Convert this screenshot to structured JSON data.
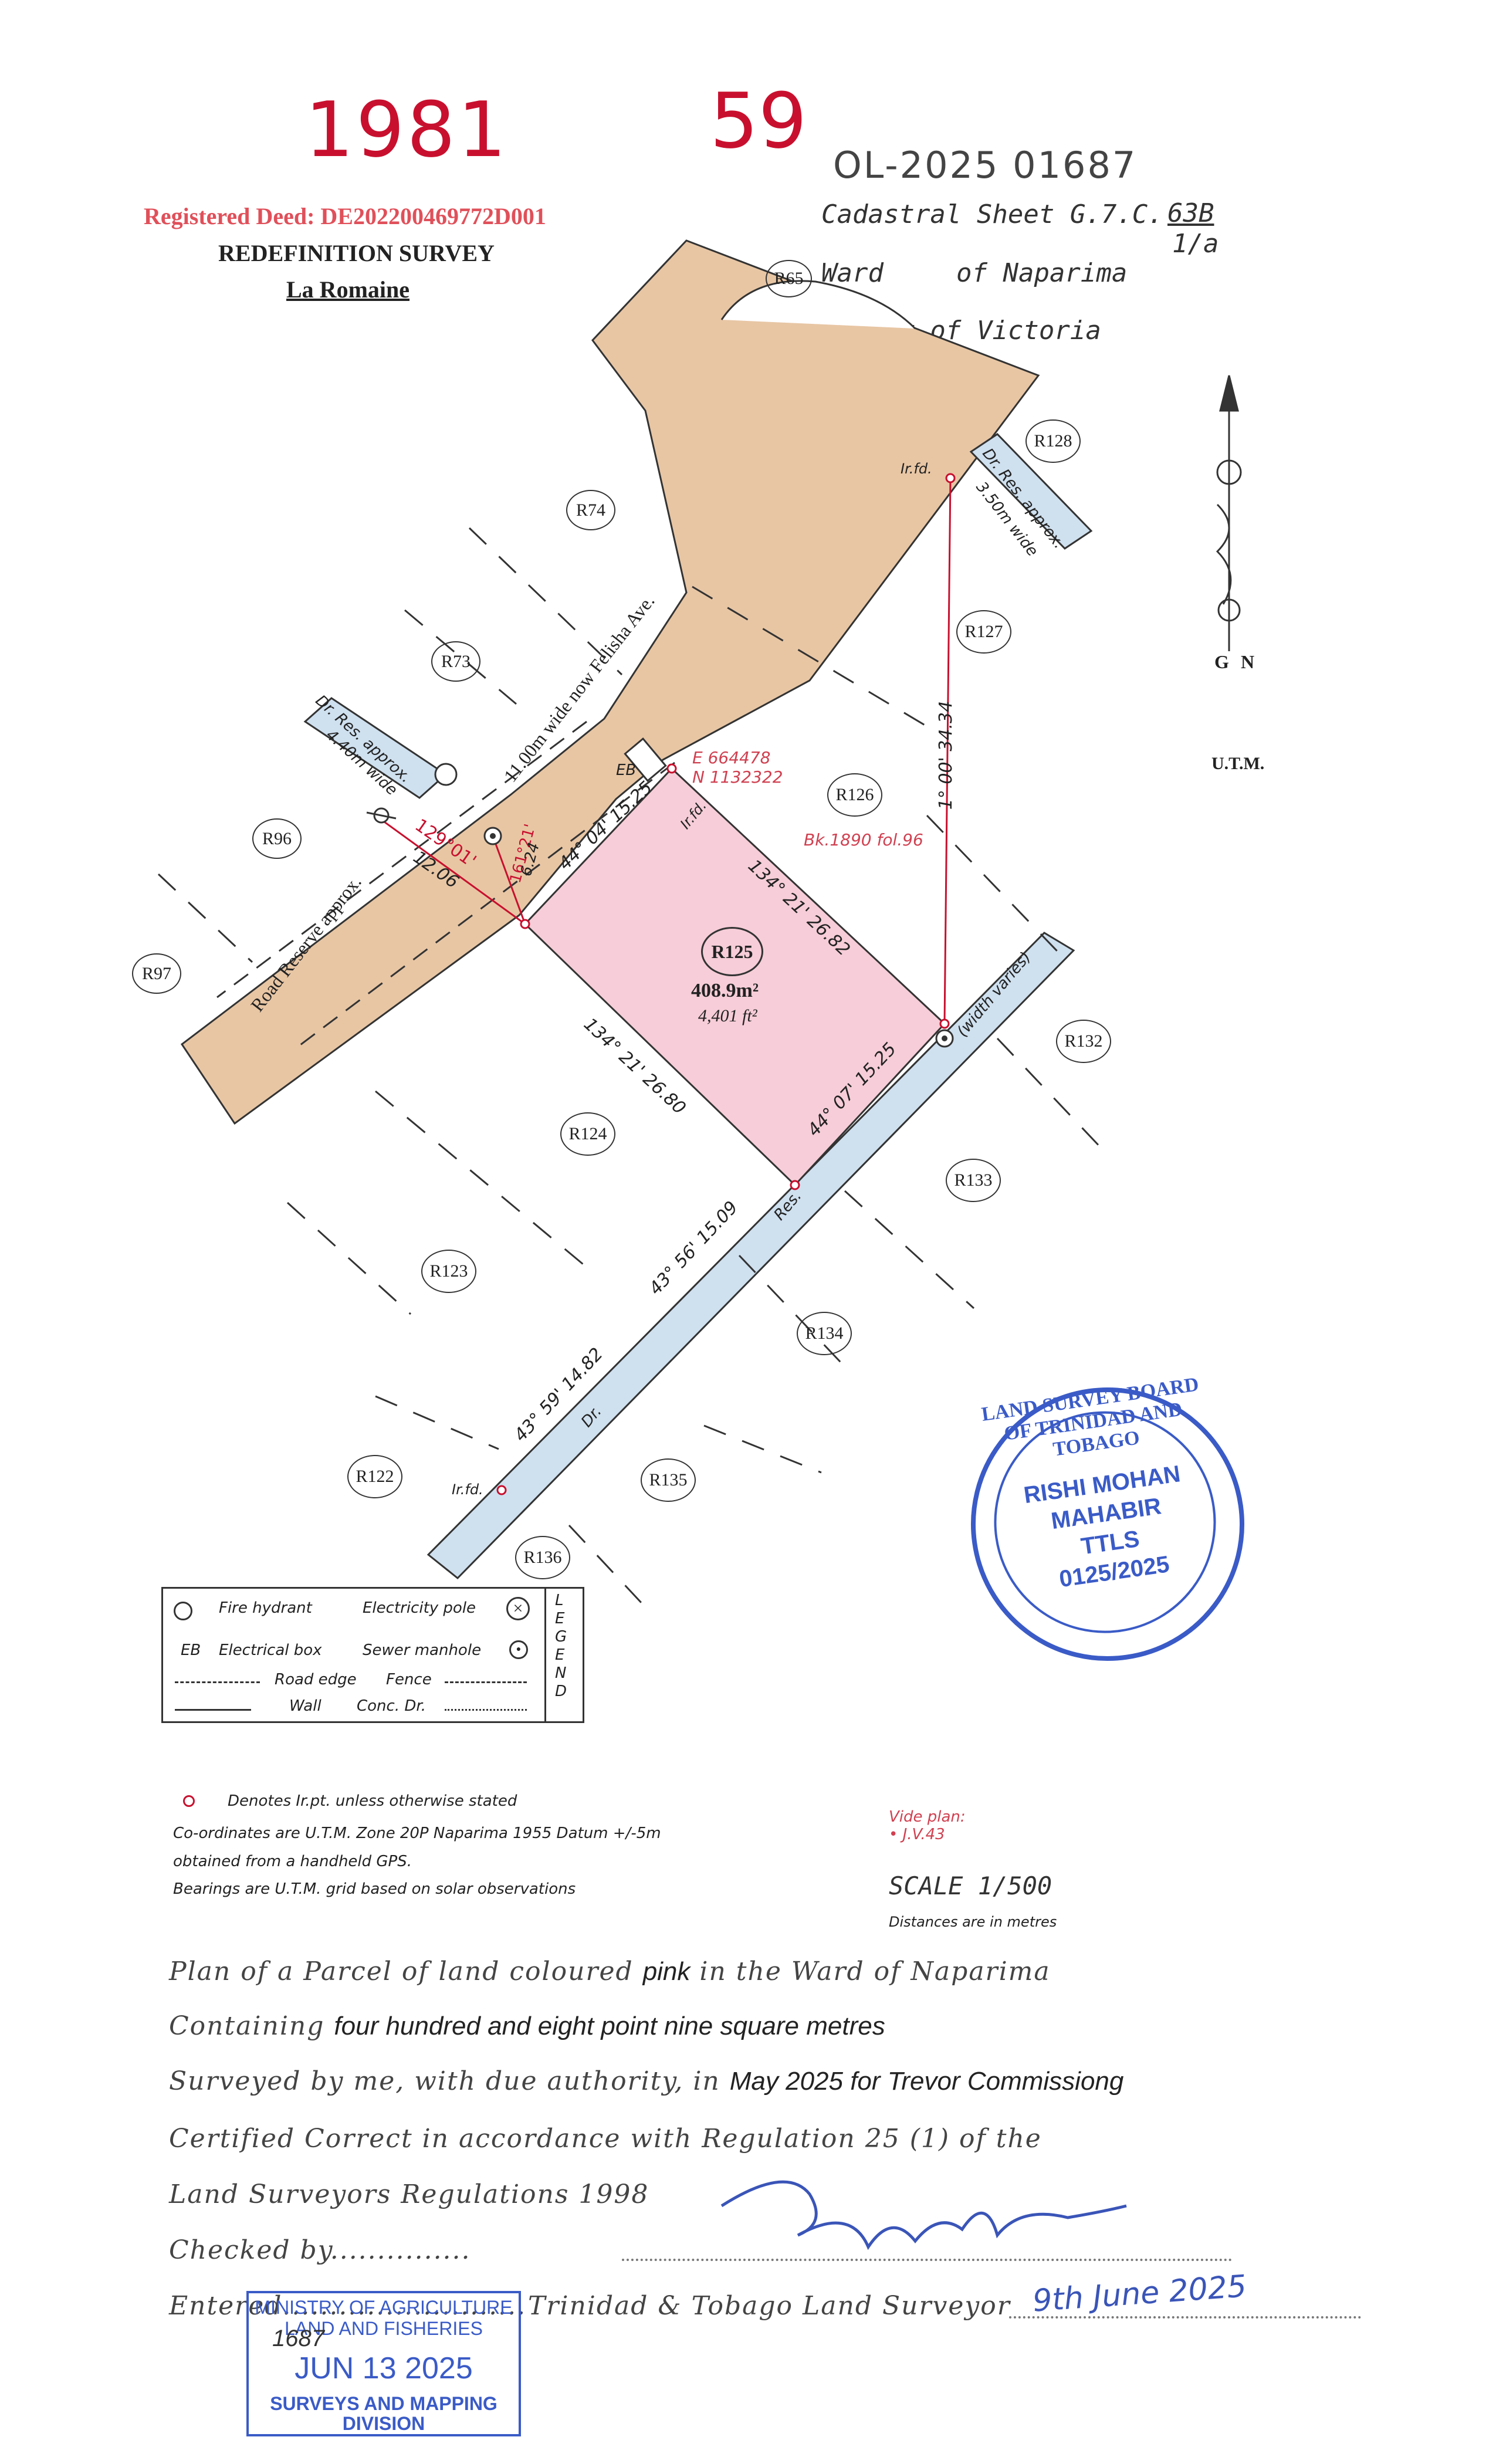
{
  "header": {
    "plan_number_left": "1981",
    "plan_number_right": "59",
    "file_ref": "OL-2025 01687",
    "registered_deed": "Registered Deed: DE202200469772D001",
    "survey_title": "REDEFINITION SURVEY",
    "location": "La Romaine"
  },
  "cadastral": {
    "sheet_label": "Cadastral Sheet G.7.C.",
    "sheet_num_top": "63B",
    "sheet_num_bottom": "1/a",
    "ward_label": "Ward",
    "ward_value": "of Naparima",
    "county": "County of Victoria"
  },
  "north_arrow": {
    "g": "G",
    "n": "N",
    "utm": "U.T.M."
  },
  "parcel": {
    "id": "R125",
    "area_m2": "408.9m²",
    "area_ft2": "4,401 ft²",
    "coord_e": "E 664478",
    "coord_n": "N 1132322",
    "book_ref": "Bk.1890 fol.96",
    "bearings": {
      "top": "44° 04'   15.25",
      "right": "134° 21'   26.82",
      "left": "134° 21'   26.80",
      "bottom": "44° 07'   15.25",
      "tie_red_1": "129°01'",
      "tie_red_1_len": "12.06",
      "tie_red_2": "161°21'",
      "tie_red_2_len": "6.24",
      "tie_right": "1° 00'   34.34",
      "dr_lower_1": "43° 56'   15.09",
      "dr_lower_2": "43° 59'   14.82"
    }
  },
  "neighbours": [
    "R65",
    "R128",
    "R74",
    "R127",
    "R73",
    "R126",
    "R96",
    "R97",
    "R132",
    "R124",
    "R133",
    "R123",
    "R134",
    "R122",
    "R135",
    "R136"
  ],
  "road_labels": {
    "main_road_1": "11.00m  wide  now  Felisha  Ave.",
    "main_road_2": "Road   Reserve   approx.",
    "dr_res_left": "Dr. Res. approx.",
    "dr_res_left_2": "4.40m wide",
    "dr_res_right": "Dr. Res. approx.",
    "dr_res_right_2": "3.50m wide",
    "width_varies": "(width varies)",
    "res": "Res.",
    "dr": "Dr.",
    "irfd": "Ir.fd.",
    "eb": "EB"
  },
  "legend": {
    "title": "LEGEND",
    "fire_hydrant": "Fire hydrant",
    "electricity_pole": "Electricity pole",
    "eb": "EB",
    "electrical_box": "Electrical box",
    "sewer_manhole": "Sewer manhole",
    "road_edge": "Road edge",
    "fence": "Fence",
    "wall": "Wall",
    "conc_dr": "Conc. Dr."
  },
  "notes": {
    "irpt": "Denotes Ir.pt. unless otherwise stated",
    "coords_1": "Co-ordinates are U.T.M. Zone 20P Naparima 1955 Datum +/-5m",
    "coords_2": "obtained from a handheld GPS.",
    "bearings": "Bearings are U.T.M. grid based on solar observations",
    "vide_plan": "Vide plan:",
    "vide_ref": "•  J.V.43",
    "scale": "SCALE  1/500",
    "distances": "Distances are in metres"
  },
  "certificate": {
    "line1_a": "Plan of a Parcel of land coloured",
    "line1_b": "pink",
    "line1_c": "in the Ward of Naparima",
    "line2_a": "Containing",
    "line2_b": "four hundred and eight point nine square metres",
    "line3_a": "Surveyed by me, with due authority, in",
    "line3_b": "May 2025 for Trevor Commissiong",
    "line4": "Certified Correct in accordance with Regulation 25 (1) of the",
    "line5": "Land Surveyors Regulations 1998",
    "line6": "Checked by...............",
    "line7": "Entered..........................",
    "line7_b": "Trinidad & Tobago Land Surveyor",
    "signature_date": "9th June 2025"
  },
  "round_stamp": {
    "outer": "LAND SURVEY BOARD OF TRINIDAD AND TOBAGO",
    "name_1": "RISHI MOHAN",
    "name_2": "MAHABIR",
    "ttls": "TTLS",
    "number": "0125/2025"
  },
  "ministry_stamp": {
    "line1": "MINISTRY OF AGRICULTURE",
    "line2": "LAND AND FISHERIES",
    "handwritten": "1687",
    "date": "JUN 13 2025",
    "line4": "SURVEYS AND MAPPING",
    "line5": "DIVISION"
  },
  "colors": {
    "road_fill": "#e8c6a4",
    "parcel_fill": "#f6cdd8",
    "reserve_fill": "#cfe0ef",
    "red": "#c8102e",
    "stamp_blue": "#2f4fb0"
  }
}
